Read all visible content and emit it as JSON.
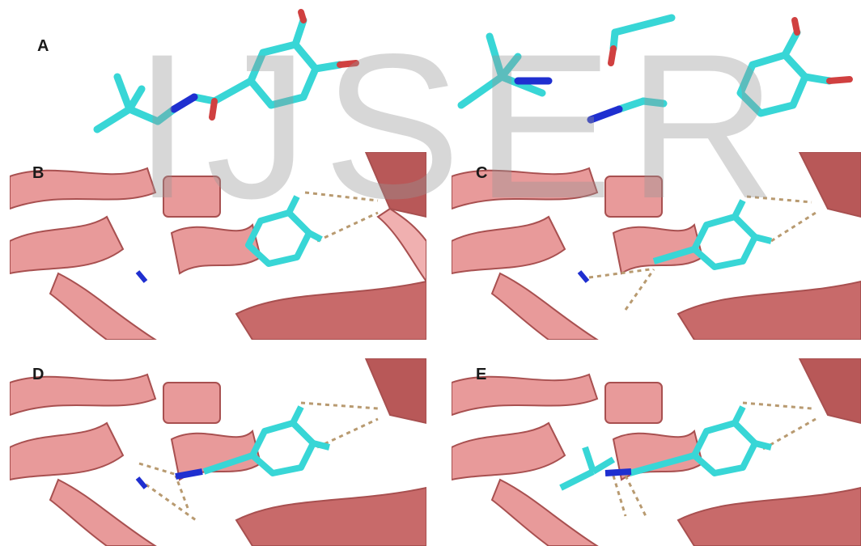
{
  "panels": {
    "a": {
      "label": "A"
    },
    "b": {
      "label": "B"
    },
    "c": {
      "label": "C"
    },
    "d": {
      "label": "D"
    },
    "e": {
      "label": "E"
    }
  },
  "watermark": {
    "text": "IJSER"
  },
  "colors": {
    "ligand_carbon": "#38d6d6",
    "nitrogen": "#1f2fd0",
    "oxygen": "#d04040",
    "protein_ribbon": "#e89a9a",
    "protein_ribbon_dark": "#b85858",
    "hydrogen_bond": "#b89a70"
  },
  "icons": {
    "molecule": "stick-molecule",
    "protein": "cartoon-helix"
  }
}
